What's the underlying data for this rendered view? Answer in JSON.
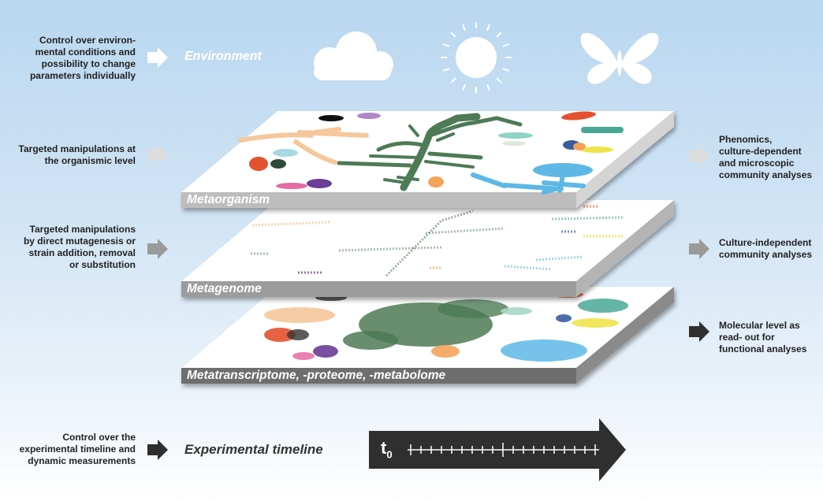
{
  "left_notes": {
    "environment": "Control over environ-\nmental conditions and\npossibility to change\nparameters individually",
    "organismic": "Targeted manipulations at\nthe organismic level",
    "mutagenesis": "Targeted manipulations\nby direct mutagenesis or\nstrain addition, removal\nor substitution",
    "timeline": "Control over the\nexperimental timeline and\ndynamic measurements"
  },
  "right_notes": {
    "phenomics": "Phenomics,\nculture-dependent\nand microscopic\ncommunity analyses",
    "culture_independent": "Culture-independent\ncommunity analyses",
    "molecular": "Molecular level as\nread- out for\nfunctional analyses"
  },
  "environment_label": "Environment",
  "layers": {
    "metaorganism": "Metaorganism",
    "metagenome": "Metagenome",
    "metatranscriptome": "Metatranscriptome, -proteome, -metabolome"
  },
  "timeline": {
    "label": "Experimental timeline",
    "t0_base": "t",
    "t0_sub": "0"
  },
  "icons": {
    "environment": [
      "cloud-icon",
      "sun-icon",
      "butterfly-icon"
    ]
  },
  "colors": {
    "plant": "#4e7a55",
    "peach": "#f6c79a",
    "blue": "#5db8e6",
    "red": "#e4512f",
    "purple": "#6a3d96",
    "teal": "#4aa897",
    "yellow": "#eee44a",
    "arrow_dark": "#2f2f2f"
  }
}
